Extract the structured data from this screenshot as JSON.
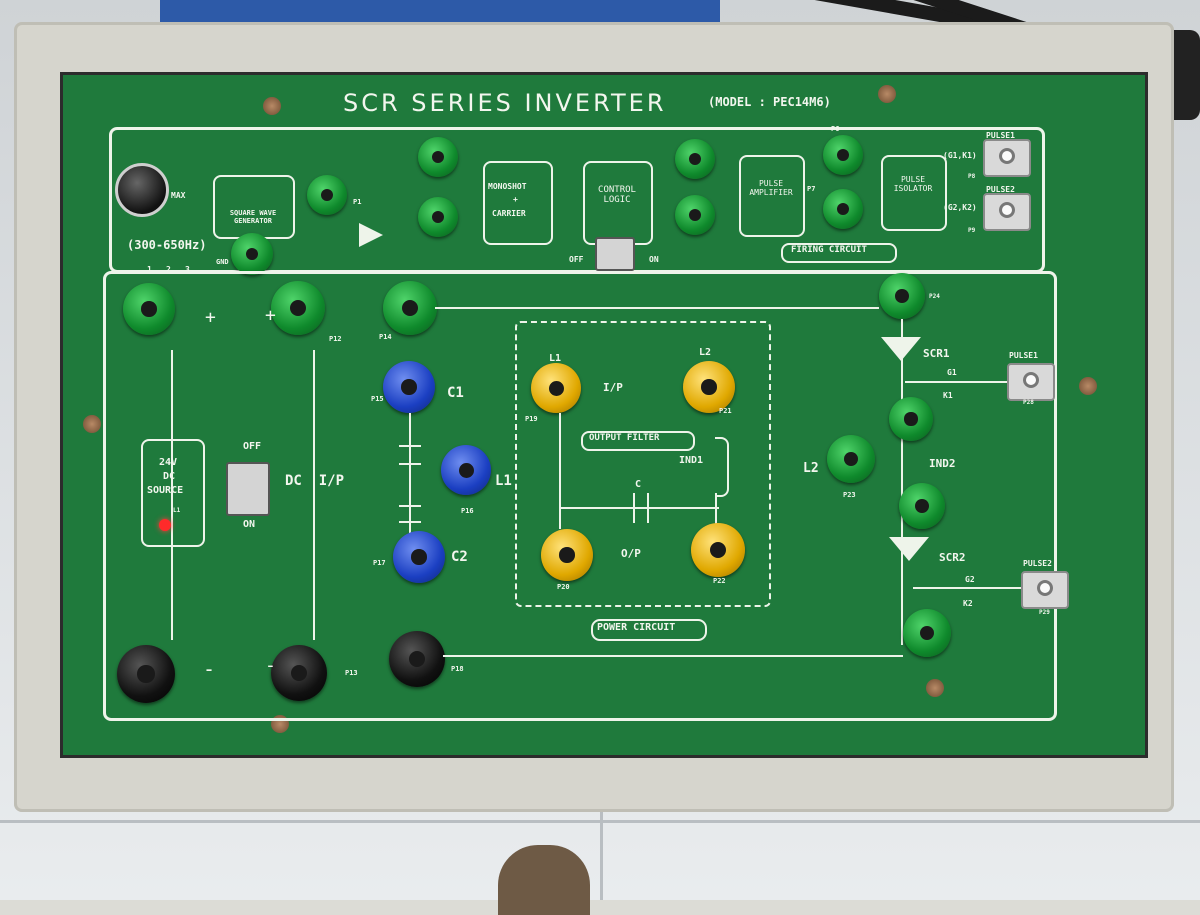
{
  "panel": {
    "title": "SCR SERIES INVERTER",
    "model": "(MODEL : PEC14M6)"
  },
  "firing_circuit": {
    "frequency_range": "(300-650Hz)",
    "knob_marks": [
      "1",
      "2",
      "3"
    ],
    "knob_max": "MAX",
    "square_wave_generator": "SQUARE WAVE GENERATOR",
    "gnd": "GND",
    "p1": "P1",
    "monoshot": "MONOSHOT",
    "plus": "+",
    "carrier": "CARRIER",
    "control_logic": "CONTROL LOGIC",
    "switch_off": "OFF",
    "switch_on": "ON",
    "pulse_amplifier": "PULSE AMPLIFIER",
    "pulse_isolator": "PULSE ISOLATOR",
    "p6": "P6",
    "p7": "P7",
    "p8": "P8",
    "p9": "P9",
    "pulse1_top": "PULSE1",
    "pulse2_top": "PULSE2",
    "g1k1": "(G1,K1)",
    "g2k2": "(G2,K2)",
    "section_label": "FIRING CIRCUIT"
  },
  "power_circuit": {
    "dc_source": [
      "24V",
      "DC",
      "SOURCE"
    ],
    "led_label": "L1",
    "off": "OFF",
    "on": "ON",
    "dc_ip": "DC  I/P",
    "plus": "+",
    "minus": "-",
    "p12": "P12",
    "p13": "P13",
    "p14": "P14",
    "p15": "P15",
    "p16": "P16",
    "p17": "P17",
    "p18": "P18",
    "c1": "C1",
    "c2": "C2",
    "l1": "L1",
    "output_filter": "OUTPUT FILTER",
    "l1_top": "L1",
    "l2_top": "L2",
    "ip": "I/P",
    "op": "O/P",
    "ind1": "IND1",
    "c": "C",
    "p19": "P19",
    "p20": "P20",
    "p21": "P21",
    "p22": "P22",
    "scr1": "SCR1",
    "scr2": "SCR2",
    "g1": "G1",
    "k1": "K1",
    "g2": "G2",
    "k2": "K2",
    "ind2": "IND2",
    "l2": "L2",
    "p23": "P23",
    "p24": "P24",
    "p28": "P28",
    "p29": "P29",
    "pulse1": "PULSE1",
    "pulse2": "PULSE2",
    "section_label": "POWER CIRCUIT"
  }
}
